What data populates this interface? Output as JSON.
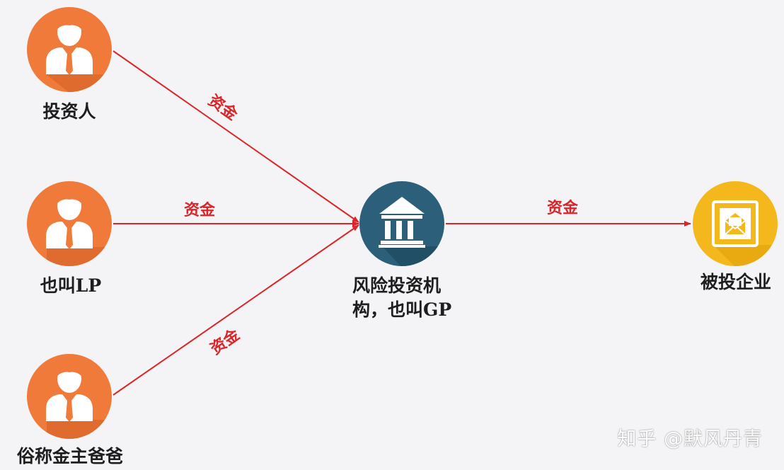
{
  "nodes": {
    "investor": "投资人",
    "lp": "也叫LP",
    "nickname": "俗称金主爸爸",
    "vc_line1": "风险投资机",
    "vc_line2": "构，也叫GP",
    "company": "被投企业"
  },
  "edges": {
    "top": "资金",
    "middle": "资金",
    "bottom": "资金",
    "to_company": "资金"
  },
  "colors": {
    "person": "#ef7a3a",
    "bank": "#2c607a",
    "company": "#f4b81c",
    "arrow": "#d9262a"
  },
  "icons": [
    "person-icon",
    "bank-icon",
    "envelope-icon"
  ],
  "watermark": "知乎 @默风丹青"
}
